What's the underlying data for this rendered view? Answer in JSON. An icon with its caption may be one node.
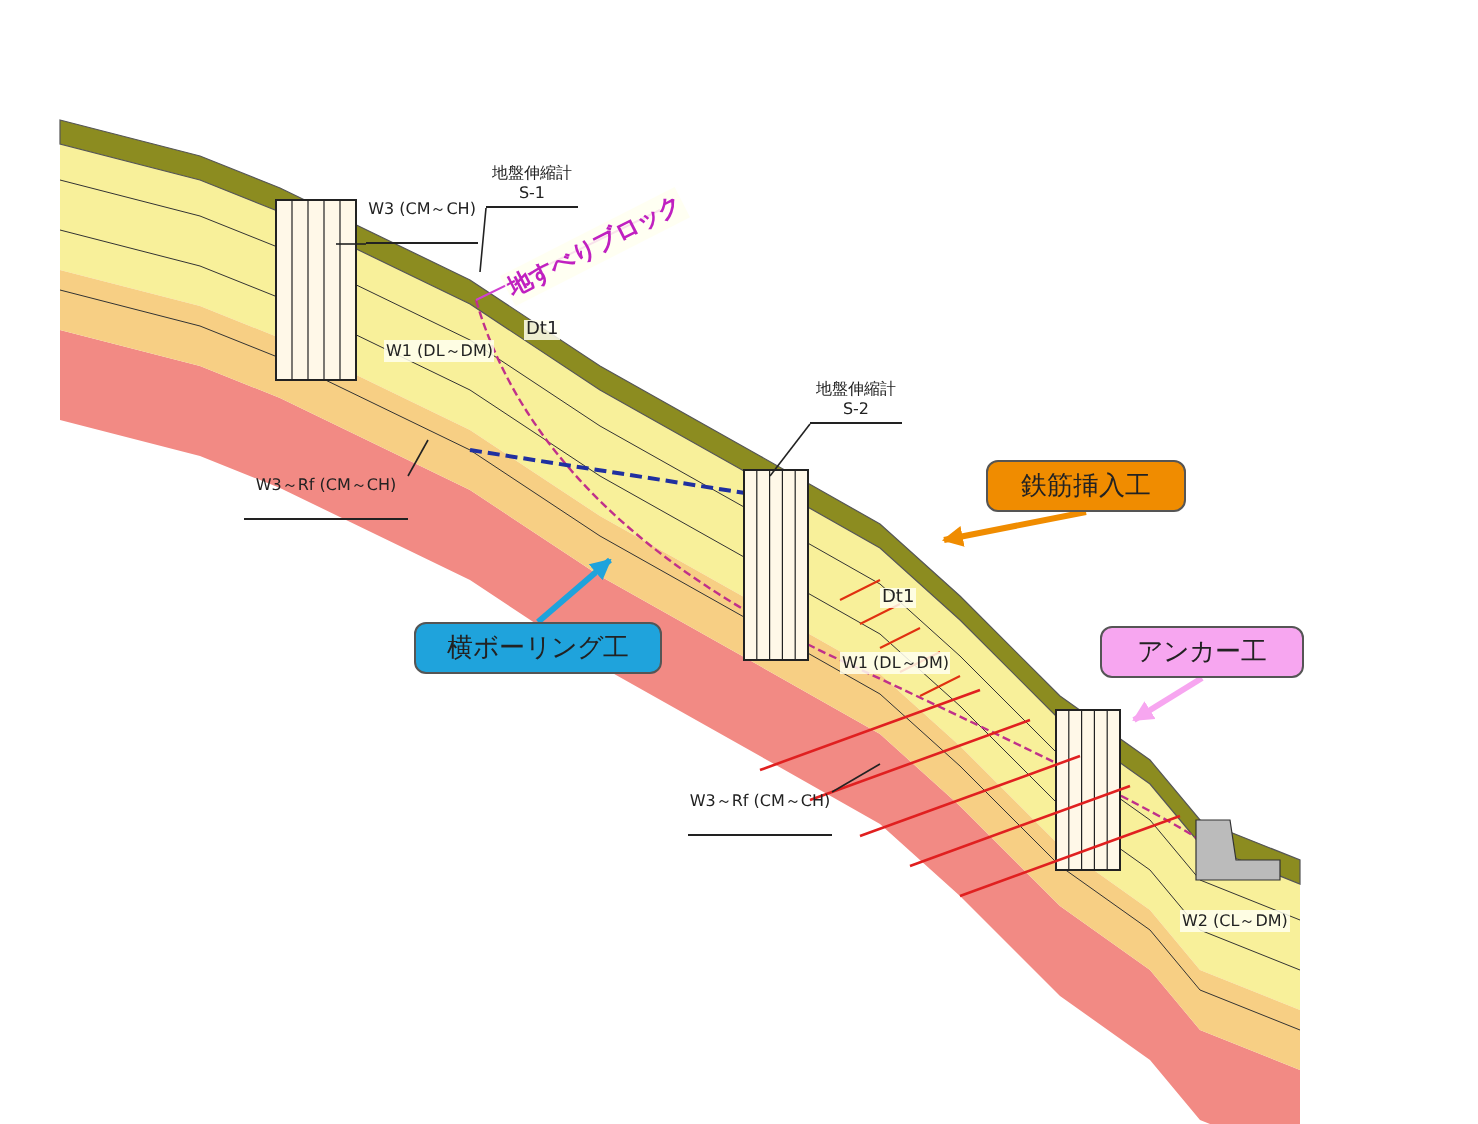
{
  "diagram": {
    "nodes": [
      {
        "text": [
          "横ボーリング工"
        ]
      },
      {
        "text": [
          "鉄筋挿入工"
        ]
      },
      {
        "text": [
          "アンカー工"
        ]
      },
      {
        "text": [
          "W3 (CM～CH)"
        ]
      },
      {
        "text": [
          "W3～Rf (CM～CH)"
        ]
      },
      {
        "text": [
          "W3～Rf (CM～CH)"
        ]
      },
      {
        "text": [
          "地盤伸縮計 S-1"
        ]
      },
      {
        "text": [
          "地盤伸縮計 S-2"
        ]
      }
    ],
    "edges": [
      {
        "from": 0,
        "to": null,
        "arrow": "to",
        "style": "thick",
        "color": "#1fa3dc"
      },
      {
        "from": 1,
        "to": null,
        "arrow": "to",
        "style": "thick",
        "color": "#f08c00"
      },
      {
        "from": 2,
        "to": null,
        "arrow": "to",
        "style": "thick",
        "color": "#f7a6f0"
      },
      {
        "from": 3,
        "to": null,
        "arrow": "none"
      },
      {
        "from": 4,
        "to": null,
        "arrow": "none"
      },
      {
        "from": 5,
        "to": null,
        "arrow": "none"
      },
      {
        "from": 6,
        "to": null,
        "arrow": "none"
      },
      {
        "from": 7,
        "to": null,
        "arrow": "none"
      }
    ],
    "labels": [
      "地すべりブロック",
      "Dt1",
      "W1 (DL～DM)",
      "Dt1",
      "W1 (DL～DM)",
      "W2 (CL～DM)"
    ]
  }
}
